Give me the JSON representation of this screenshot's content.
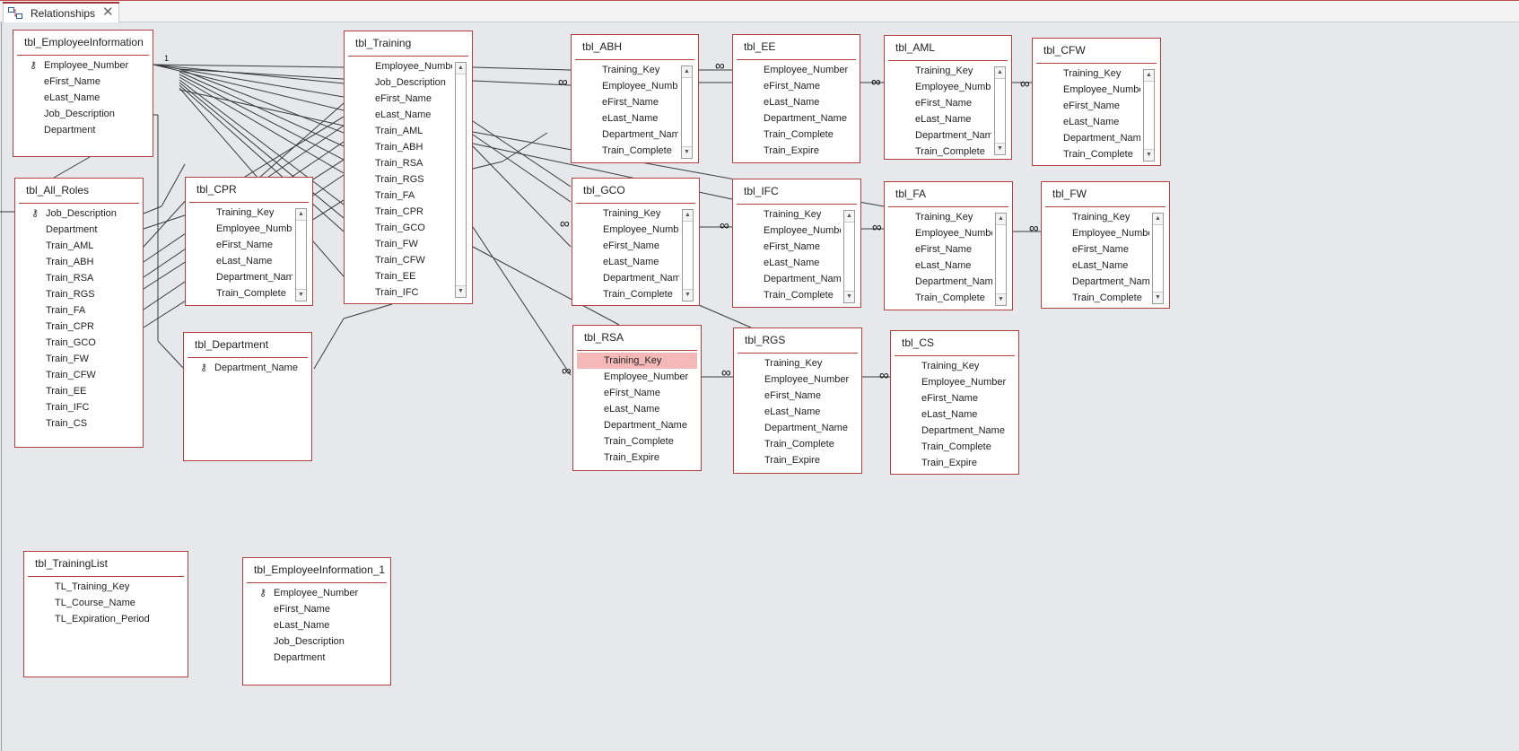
{
  "tab": {
    "label": "Relationships",
    "close_glyph": "✕",
    "icon": "relationships-icon"
  },
  "tables": {
    "employee_information": {
      "title": "tbl_EmployeeInformation",
      "key_glyph": "⚷",
      "fields": [
        "Employee_Number",
        "eFirst_Name",
        "eLast_Name",
        "Job_Description",
        "Department"
      ]
    },
    "training": {
      "title": "tbl_Training",
      "fields": [
        "Employee_Number",
        "Job_Description",
        "eFirst_Name",
        "eLast_Name",
        "Train_AML",
        "Train_ABH",
        "Train_RSA",
        "Train_RGS",
        "Train_FA",
        "Train_CPR",
        "Train_GCO",
        "Train_FW",
        "Train_CFW",
        "Train_EE",
        "Train_IFC"
      ]
    },
    "abh": {
      "title": "tbl_ABH",
      "fields": [
        "Training_Key",
        "Employee_Number",
        "eFirst_Name",
        "eLast_Name",
        "Department_Name",
        "Train_Complete"
      ]
    },
    "ee": {
      "title": "tbl_EE",
      "fields": [
        "Employee_Number",
        "eFirst_Name",
        "eLast_Name",
        "Department_Name",
        "Train_Complete",
        "Train_Expire"
      ]
    },
    "aml": {
      "title": "tbl_AML",
      "fields": [
        "Training_Key",
        "Employee_Number",
        "eFirst_Name",
        "eLast_Name",
        "Department_Name",
        "Train_Complete"
      ]
    },
    "cfw": {
      "title": "tbl_CFW",
      "fields": [
        "Training_Key",
        "Employee_Number",
        "eFirst_Name",
        "eLast_Name",
        "Department_Name",
        "Train_Complete"
      ]
    },
    "all_roles": {
      "title": "tbl_All_Roles",
      "fields": [
        "Job_Description",
        "Department",
        "Train_AML",
        "Train_ABH",
        "Train_RSA",
        "Train_RGS",
        "Train_FA",
        "Train_CPR",
        "Train_GCO",
        "Train_FW",
        "Train_CFW",
        "Train_EE",
        "Train_IFC",
        "Train_CS"
      ]
    },
    "cpr": {
      "title": "tbl_CPR",
      "fields": [
        "Training_Key",
        "Employee_Number",
        "eFirst_Name",
        "eLast_Name",
        "Department_Name",
        "Train_Complete"
      ]
    },
    "gco": {
      "title": "tbl_GCO",
      "fields": [
        "Training_Key",
        "Employee_Number",
        "eFirst_Name",
        "eLast_Name",
        "Department_Name",
        "Train_Complete"
      ]
    },
    "ifc": {
      "title": "tbl_IFC",
      "fields": [
        "Training_Key",
        "Employee_Number",
        "eFirst_Name",
        "eLast_Name",
        "Department_Name",
        "Train_Complete"
      ]
    },
    "fa": {
      "title": "tbl_FA",
      "fields": [
        "Training_Key",
        "Employee_Number",
        "eFirst_Name",
        "eLast_Name",
        "Department_Name",
        "Train_Complete"
      ]
    },
    "fw": {
      "title": "tbl_FW",
      "fields": [
        "Training_Key",
        "Employee_Number",
        "eFirst_Name",
        "eLast_Name",
        "Department_Name",
        "Train_Complete"
      ]
    },
    "department": {
      "title": "tbl_Department",
      "fields": [
        "Department_Name"
      ]
    },
    "rsa": {
      "title": "tbl_RSA",
      "fields": [
        "Training_Key",
        "Employee_Number",
        "eFirst_Name",
        "eLast_Name",
        "Department_Name",
        "Train_Complete",
        "Train_Expire"
      ]
    },
    "rgs": {
      "title": "tbl_RGS",
      "fields": [
        "Training_Key",
        "Employee_Number",
        "eFirst_Name",
        "eLast_Name",
        "Department_Name",
        "Train_Complete",
        "Train_Expire"
      ]
    },
    "cs": {
      "title": "tbl_CS",
      "fields": [
        "Training_Key",
        "Employee_Number",
        "eFirst_Name",
        "eLast_Name",
        "Department_Name",
        "Train_Complete",
        "Train_Expire"
      ]
    },
    "training_list": {
      "title": "tbl_TrainingList",
      "fields": [
        "TL_Training_Key",
        "TL_Course_Name",
        "TL_Expiration_Period"
      ]
    },
    "employee_information_1": {
      "title": "tbl_EmployeeInformation_1",
      "fields": [
        "Employee_Number",
        "eFirst_Name",
        "eLast_Name",
        "Job_Description",
        "Department"
      ]
    }
  },
  "relationship_labels": {
    "one": "1",
    "many": "∞"
  },
  "colors": {
    "table_border": "#b1403f",
    "selected_field": "#f4b8b8",
    "line": "#3a3a3a",
    "canvas": "#e6e8ec"
  }
}
